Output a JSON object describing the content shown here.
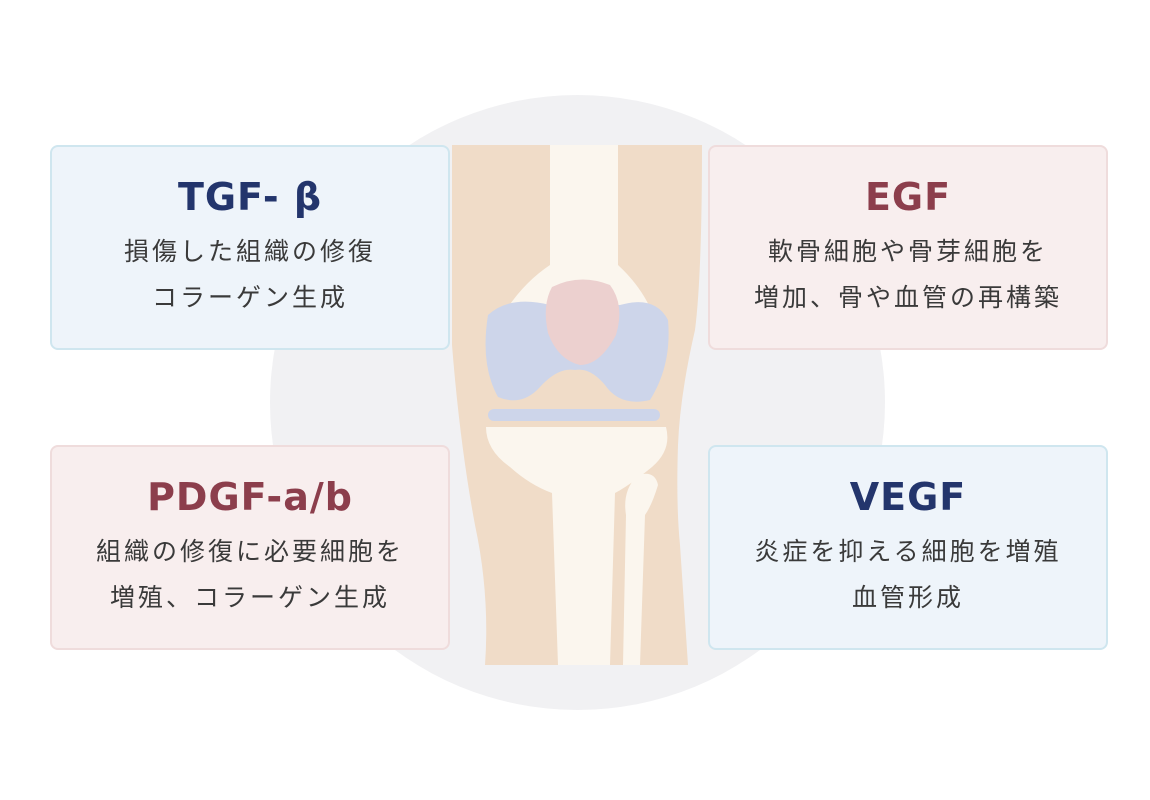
{
  "cards": {
    "tgf": {
      "title": "TGF- β",
      "lines": [
        "損傷した組織の修復",
        "コラーゲン生成"
      ]
    },
    "egf": {
      "title": "EGF",
      "lines": [
        "軟骨細胞や骨芽細胞を",
        "増加、骨や血管の再構築"
      ]
    },
    "pdgf": {
      "title": "PDGF-a/b",
      "lines": [
        "組織の修復に必要細胞を",
        "増殖、コラーゲン生成"
      ]
    },
    "vegf": {
      "title": "VEGF",
      "lines": [
        "炎症を抑える細胞を増殖",
        "血管形成"
      ]
    }
  },
  "colors": {
    "blue_card_bg": "#eef4fa",
    "pink_card_bg": "#f8eeee",
    "blue_title": "#23356c",
    "pink_title": "#8c3e4c",
    "skin": "#f0dcc8",
    "bone": "#fbf6ee",
    "cartilage": "#cdd5ea",
    "patella": "#ecd0cf"
  }
}
